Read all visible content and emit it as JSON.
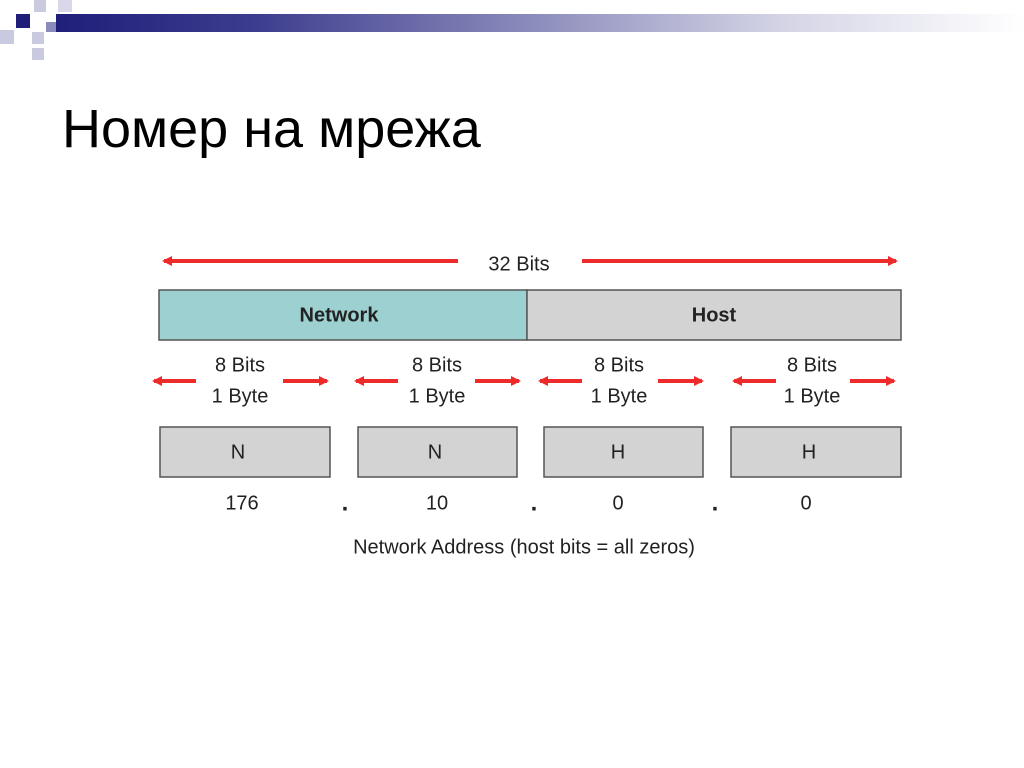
{
  "title": "Номер на мрежа",
  "colors": {
    "arrow": "#ee2b2b",
    "network_fill": "#9dd0d1",
    "host_fill": "#d3d3d3",
    "box_fill": "#d3d3d3",
    "border": "#555555",
    "header_dark": "#1f1f7a"
  },
  "diagram": {
    "total_label": "32 Bits",
    "segments": [
      "Network",
      "Host"
    ],
    "bytes": [
      {
        "bits": "8 Bits",
        "byte": "1 Byte",
        "letter": "N",
        "value": "176"
      },
      {
        "bits": "8 Bits",
        "byte": "1 Byte",
        "letter": "N",
        "value": "10"
      },
      {
        "bits": "8 Bits",
        "byte": "1 Byte",
        "letter": "H",
        "value": "0"
      },
      {
        "bits": "8 Bits",
        "byte": "1 Byte",
        "letter": "H",
        "value": "0"
      }
    ],
    "dot": ".",
    "caption": "Network Address (host bits = all zeros)"
  }
}
